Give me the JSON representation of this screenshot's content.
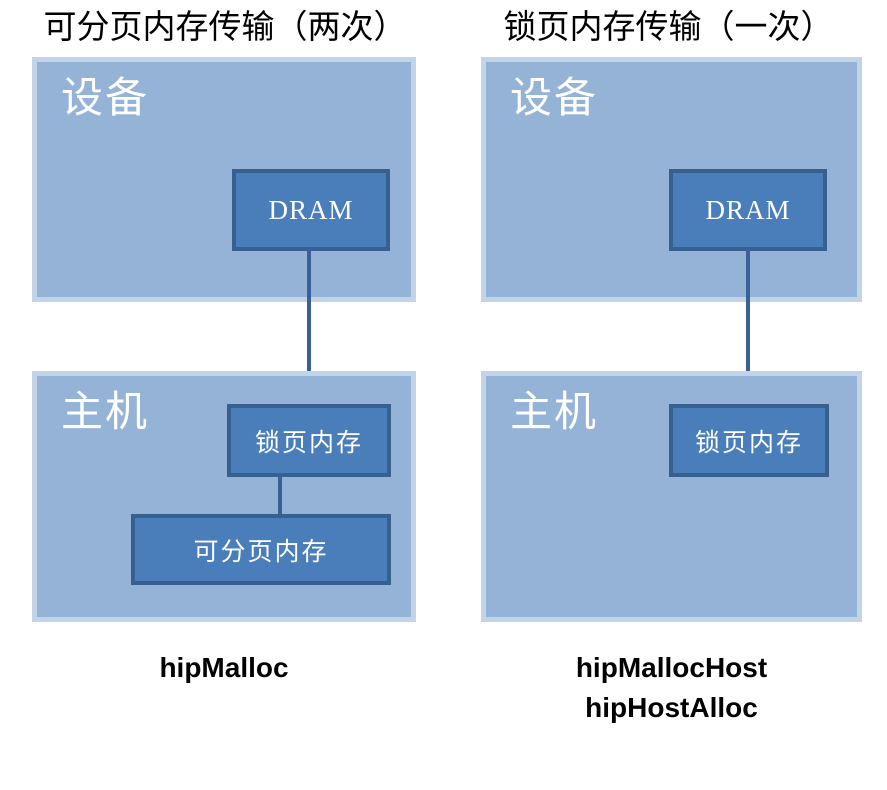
{
  "diagram": {
    "title_left": "可分页内存传输（两次）",
    "title_right": "锁页内存传输（一次）",
    "columns": [
      {
        "id": "pageable-transfer",
        "title": "可分页内存传输（两次）",
        "device_panel_label": "设备",
        "host_panel_label": "主机",
        "boxes": [
          {
            "id": "dram",
            "label": "DRAM",
            "location": "device"
          },
          {
            "id": "pinned-memory",
            "label": "锁页内存",
            "location": "host"
          },
          {
            "id": "pageable-memory",
            "label": "可分页内存",
            "location": "host"
          }
        ],
        "connectors": [
          {
            "from": "dram",
            "to": "pinned-memory"
          },
          {
            "from": "pinned-memory",
            "to": "pageable-memory"
          }
        ],
        "api_calls": [
          "hipMalloc"
        ]
      },
      {
        "id": "pinned-transfer",
        "title": "锁页内存传输（一次）",
        "device_panel_label": "设备",
        "host_panel_label": "主机",
        "boxes": [
          {
            "id": "dram",
            "label": "DRAM",
            "location": "device"
          },
          {
            "id": "pinned-memory",
            "label": "锁页内存",
            "location": "host"
          }
        ],
        "connectors": [
          {
            "from": "dram",
            "to": "pinned-memory"
          }
        ],
        "api_calls": [
          "hipMallocHost",
          "hipHostAlloc"
        ]
      }
    ],
    "colors": {
      "panel_fill": "#95b3d7",
      "panel_border": "#c3d4e8",
      "box_fill": "#4a7ebb",
      "box_border": "#37608f",
      "connector": "#3a6098",
      "box_text": "#ffffff",
      "panel_label_text": "#ffffff",
      "title_text": "#000000",
      "background": "#ffffff"
    }
  }
}
